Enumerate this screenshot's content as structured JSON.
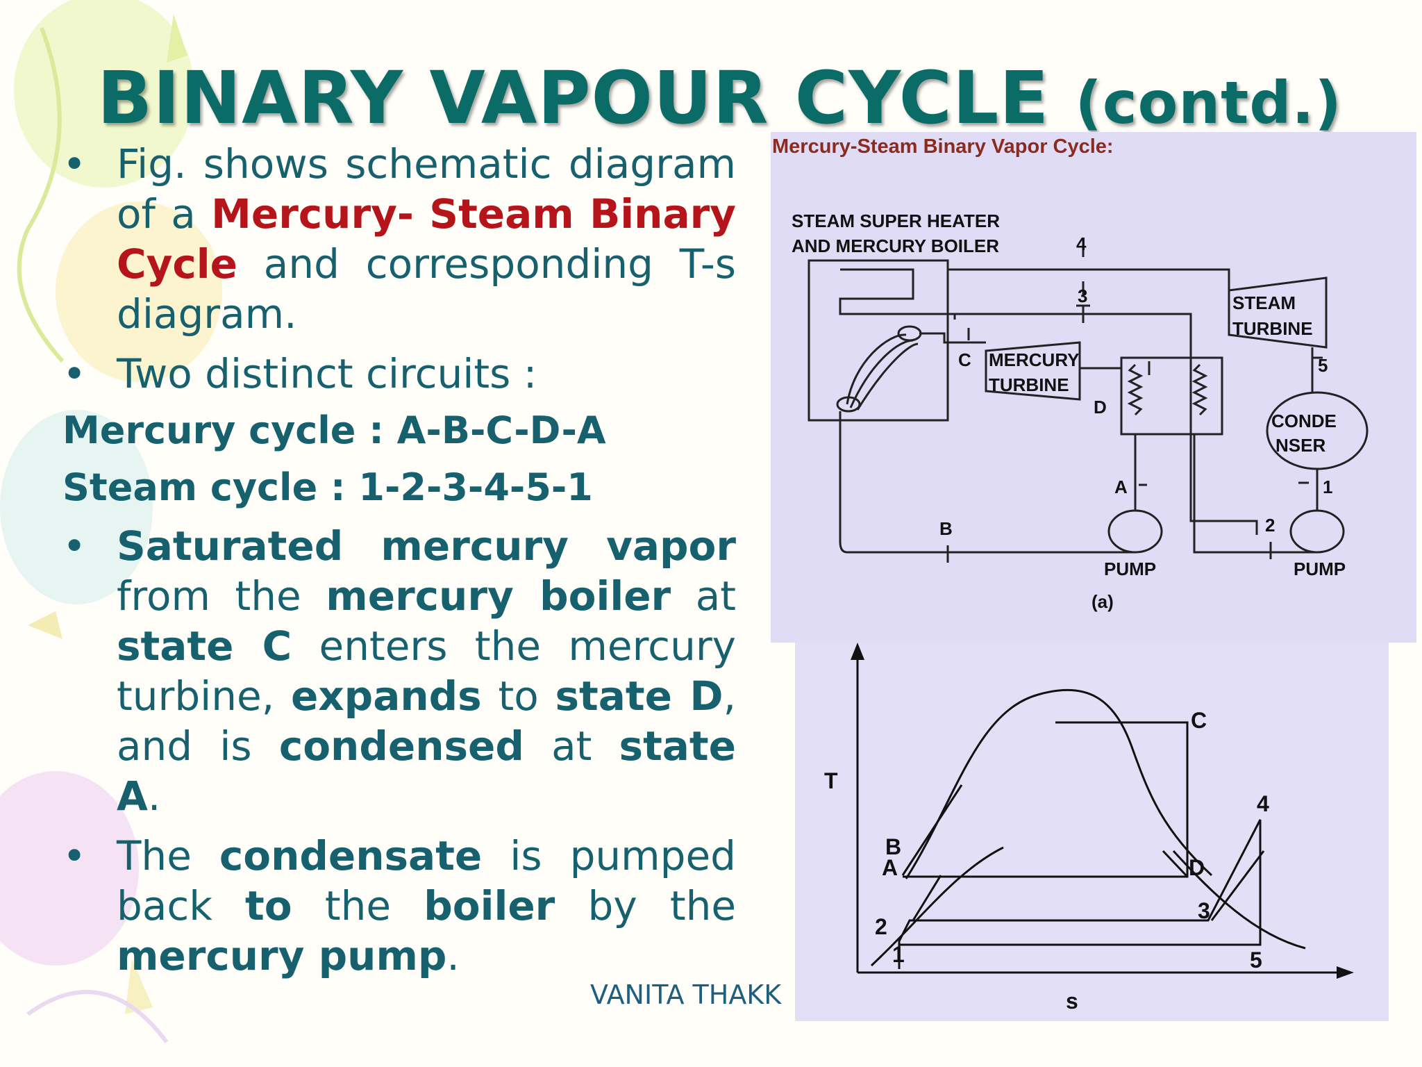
{
  "slide": {
    "title_main": "BINARY VAPOUR CYCLE",
    "title_suffix": "(contd.)",
    "bullet1": {
      "w1": "Fig.",
      "w2": "shows",
      "w3": "schematic",
      "w4": "diagram",
      "w5": "of",
      "w6": "a",
      "red1": "Mercury-",
      "red2": "Steam",
      "red3": "Binary",
      "red4": "Cycle",
      "w7": "and",
      "line4": "corresponding T-s diagram."
    },
    "bullet2": "Two distinct circuits :",
    "mercury_cycle": "Mercury cycle : A-B-C-D-A",
    "steam_cycle": "Steam cycle : 1-2-3-4-5-1",
    "bullet3": {
      "b1": "Saturated mercury vapor",
      "t1": "from the",
      "b2": "mercury boiler",
      "t2": "at",
      "b3": "state C",
      "t3": "enters the mercury turbine,",
      "b4": "expands",
      "t4": "to",
      "b5": "state D",
      "t5": ", and is",
      "b6": "condensed",
      "t6": "at",
      "b7": "state A",
      "t7": "."
    },
    "bullet4": {
      "t1": "The",
      "b1": "condensate",
      "t2": "is pumped back",
      "b2": "to",
      "t3": "the",
      "b3": "boiler",
      "t4": "by the",
      "b4": "mercury pump",
      "t5": "."
    },
    "bullet_glyph": "•",
    "footer": "VANITA THAKK"
  },
  "schematic": {
    "heading": "Mercury-Steam Binary Vapor Cycle:",
    "boiler_label_1": "STEAM SUPER HEATER",
    "boiler_label_2": "AND MERCURY BOILER",
    "steam_turbine_1": "STEAM",
    "steam_turbine_2": "TURBINE",
    "mercury_turbine_1": "MERCURY",
    "mercury_turbine_2": "TURBINE",
    "condenser_1": "CONDE",
    "condenser_2": "NSER",
    "pump_left": "PUMP",
    "pump_right": "PUMP",
    "caption": "(a)",
    "points": {
      "p4": "4",
      "p3": "3",
      "p5": "5",
      "p1": "1",
      "p2": "2",
      "pA": "A",
      "pB": "B",
      "pC": "C",
      "pD": "D"
    }
  },
  "ts_diagram": {
    "y_axis": "T",
    "x_axis": "s",
    "labels": {
      "C": "C",
      "B": "B",
      "A": "A",
      "D": "D",
      "n4": "4",
      "n3": "3",
      "n2": "2",
      "n1": "1",
      "n5": "5"
    }
  }
}
